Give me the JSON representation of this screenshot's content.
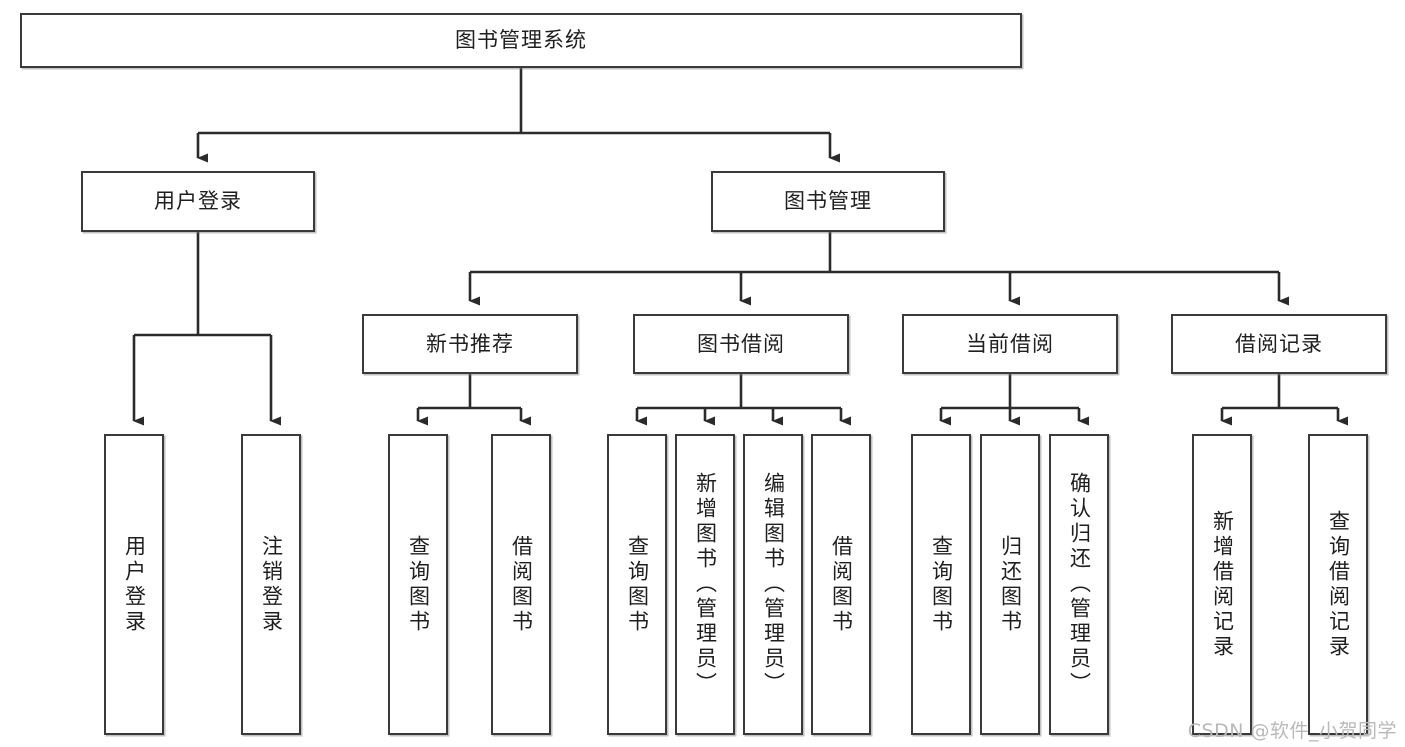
{
  "diagram": {
    "type": "tree",
    "title": "图书管理系统",
    "orientation": "top-down",
    "colors": {
      "box_border": "#3a3a3a",
      "box_fill": "#ffffff",
      "connector": "#2b2b2b",
      "text": "#1f1f1f",
      "watermark": "#b9b9b9",
      "background": "#ffffff"
    },
    "root": {
      "label": "图书管理系统"
    },
    "level2": [
      {
        "label": "用户登录"
      },
      {
        "label": "图书管理"
      }
    ],
    "level3": [
      {
        "label": "新书推荐"
      },
      {
        "label": "图书借阅"
      },
      {
        "label": "当前借阅"
      },
      {
        "label": "借阅记录"
      }
    ],
    "leaves": {
      "user_login": [
        {
          "label": "用户登录"
        },
        {
          "label": "注销登录"
        }
      ],
      "new_book": [
        {
          "label": "查询图书"
        },
        {
          "label": "借阅图书"
        }
      ],
      "book_borrow": [
        {
          "label": "查询图书"
        },
        {
          "label": "新增图书（管理员）"
        },
        {
          "label": "编辑图书（管理员）"
        },
        {
          "label": "借阅图书"
        }
      ],
      "current_borrow": [
        {
          "label": "查询图书"
        },
        {
          "label": "归还图书"
        },
        {
          "label": "确认归还（管理员）"
        }
      ],
      "borrow_record": [
        {
          "label": "新增借阅记录"
        },
        {
          "label": "查询借阅记录"
        }
      ]
    }
  },
  "watermark": {
    "text": "CSDN @软件_小贺同学"
  }
}
